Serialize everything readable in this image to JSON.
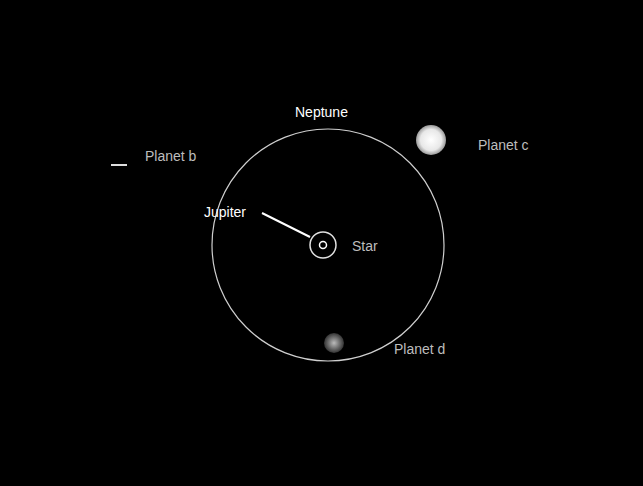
{
  "diagram": {
    "labels": [
      "Planet b",
      "Neptune",
      "Planet c",
      "Jupiter",
      "Star",
      "Planet d"
    ]
  }
}
